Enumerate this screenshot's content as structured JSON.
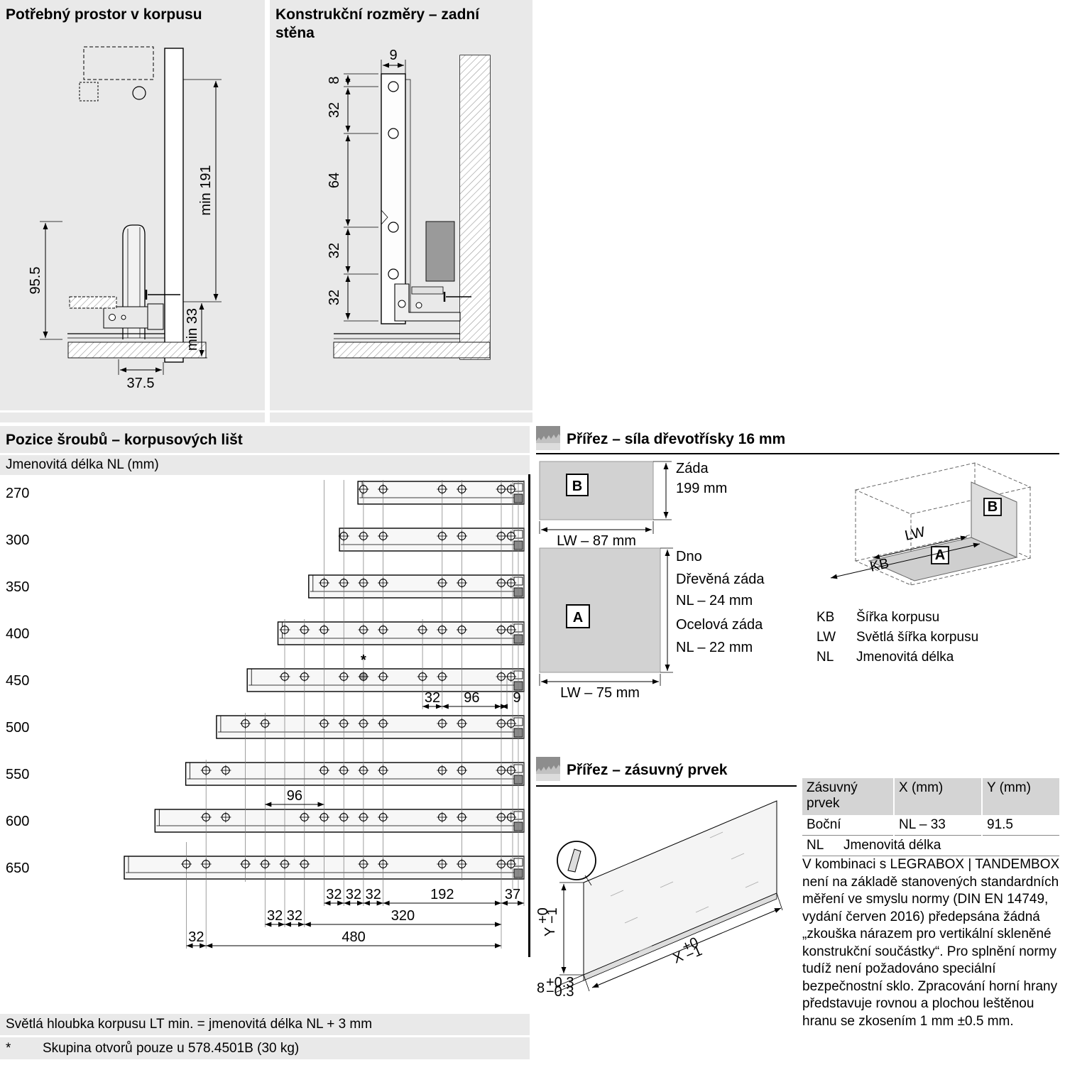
{
  "panel_space": {
    "title": "Potřebný prostor v korpusu",
    "dim_min191": "min 191",
    "dim_955": "95.5",
    "dim_min33": "min 33",
    "dim_375": "37.5"
  },
  "panel_rear": {
    "title": "Konstrukční rozměry – zadní stěna",
    "dim_9": "9",
    "dim_8": "8",
    "dim_32a": "32",
    "dim_64": "64",
    "dim_32b": "32",
    "dim_32c": "32"
  },
  "panel_screws": {
    "title": "Pozice šroubů – korpusových lišt",
    "subtitle": "Jmenovitá délka NL (mm)",
    "nominal_lengths": [
      "270",
      "300",
      "350",
      "400",
      "450",
      "500",
      "550",
      "600",
      "650"
    ],
    "star": "*",
    "dim_chains": {
      "mid": [
        "32",
        "96",
        "9"
      ],
      "row600": [
        "96"
      ],
      "chain1": [
        "32",
        "32",
        "32",
        "192",
        "37"
      ],
      "chain2": [
        "32",
        "32",
        "320"
      ],
      "chain3": [
        "32",
        "480"
      ]
    }
  },
  "panel_cut_board": {
    "title": "Přířez – síla dřevotřísky 16 mm",
    "part_b": {
      "label": "B",
      "name": "Záda",
      "height": "199 mm",
      "width": "LW – 87 mm"
    },
    "part_a": {
      "label": "A",
      "rows": [
        "Dno",
        "Dřevěná záda",
        "NL – 24 mm",
        "Ocelová záda",
        "NL – 22 mm"
      ],
      "width": "LW – 75 mm"
    },
    "iso": {
      "label_a": "A",
      "label_b": "B",
      "label_lw": "LW",
      "label_kb": "KB"
    },
    "legend": [
      {
        "abbr": "KB",
        "term": "Šířka korpusu"
      },
      {
        "abbr": "LW",
        "term": "Světlá šířka korpusu"
      },
      {
        "abbr": "NL",
        "term": "Jmenovitá délka"
      }
    ]
  },
  "panel_cut_front": {
    "title": "Přířez – zásuvný prvek",
    "dim_x": "X",
    "tol_x_plus": "+0",
    "tol_x_minus": "−1",
    "dim_y": "Y",
    "tol_y_plus": "+0",
    "tol_y_minus": "−1",
    "dim_8": "8",
    "tol_8_plus": "+0.3",
    "tol_8_minus": "−0.3",
    "table": {
      "col1": "Zásuvný prvek",
      "col2": "X (mm)",
      "col3": "Y (mm)",
      "row1": [
        "Boční",
        "NL – 33",
        "91.5"
      ],
      "row2_abbr": "NL",
      "row2_term": "Jmenovitá délka"
    },
    "note": "V kombinaci s LEGRABOX | TANDEMBOX není na základě stanovených standardních měření ve smyslu normy (DIN EN 14749, vydání červen 2016) předepsána žádná „zkouška nárazem pro vertikální skleněné konstrukční součástky“. Pro splnění normy tudíž není požadováno speciální bezpečnostní sklo. Zpracování horní hrany představuje rovnou a plochou leštěnou hranu se zkosením 1 mm ±0.5 mm."
  },
  "footer": {
    "note_lt": "Světlá hloubka korpusu LT min. = jmenovitá délka NL + 3 mm",
    "star": "*",
    "note_star": "Skupina otvorů pouze u 578.4501B (30 kg)"
  }
}
